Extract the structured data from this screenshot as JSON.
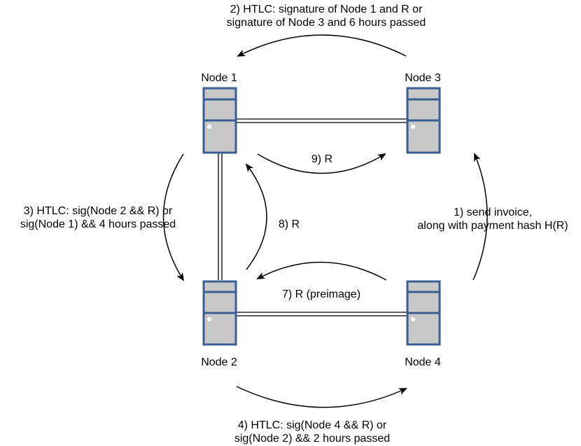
{
  "nodes": {
    "node1": "Node 1",
    "node2": "Node 2",
    "node3": "Node 3",
    "node4": "Node 4"
  },
  "messages": {
    "step1": [
      "1) send invoice,",
      "along with payment hash H(R)"
    ],
    "step2": [
      "2) HTLC: signature of Node 1 and R or",
      "signature of Node 3 and 6 hours passed"
    ],
    "step3": [
      "3) HTLC: sig(Node 2 && R) or",
      "sig(Node 1) && 4 hours passed"
    ],
    "step4": [
      "4) HTLC: sig(Node 4 && R) or",
      "sig(Node 2) && 2 hours passed"
    ],
    "step7": "7) R (preimage)",
    "step8": "8) R",
    "step9": "9) R"
  },
  "colors": {
    "server_fill": "#c8c8c8",
    "server_stroke": "#3a5f95",
    "line": "#000000"
  }
}
